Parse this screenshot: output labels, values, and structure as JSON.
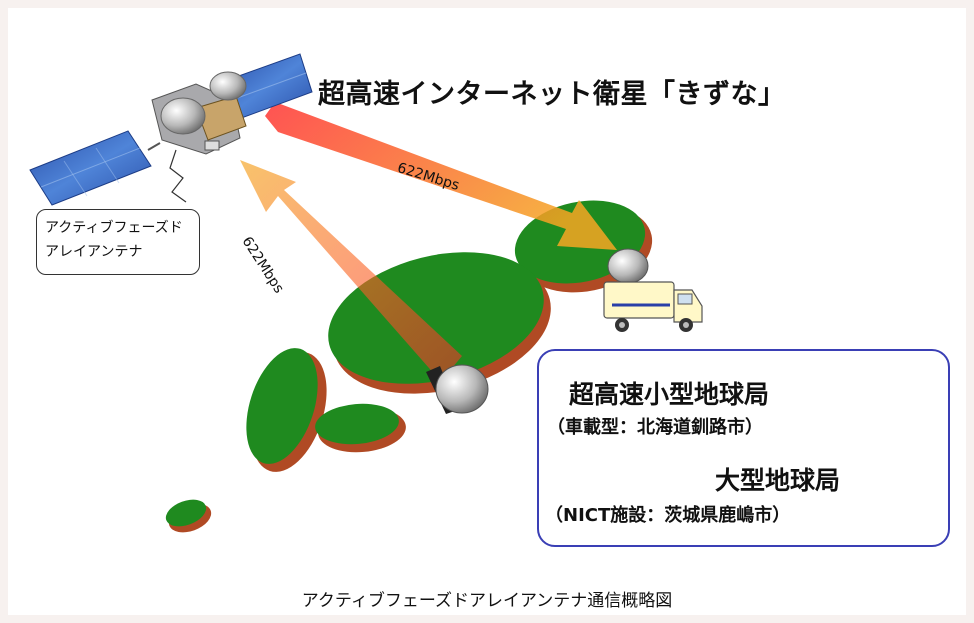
{
  "title": "超高速インターネット衛星「きずな」",
  "callout": {
    "line1": "アクティブフェーズド",
    "line2": "アレイアンテナ"
  },
  "links": {
    "downlink_rate": "622Mbps",
    "uplink_rate": "622Mbps"
  },
  "legend": {
    "small_station": {
      "title": "超高速小型地球局",
      "subtitle": "（車載型：北海道釧路市）"
    },
    "large_station": {
      "title": "大型地球局",
      "subtitle": "（NICT施設：茨城県鹿嶋市）"
    }
  },
  "caption": "アクティブフェーズドアレイアンテナ通信概略図",
  "colors": {
    "land_green": "#1f8a1f",
    "land_shadow": "#b04a24",
    "beam_orange": "#f07a20",
    "legend_border": "#3a3fb5",
    "solar_panel": "#2b5fb8"
  }
}
